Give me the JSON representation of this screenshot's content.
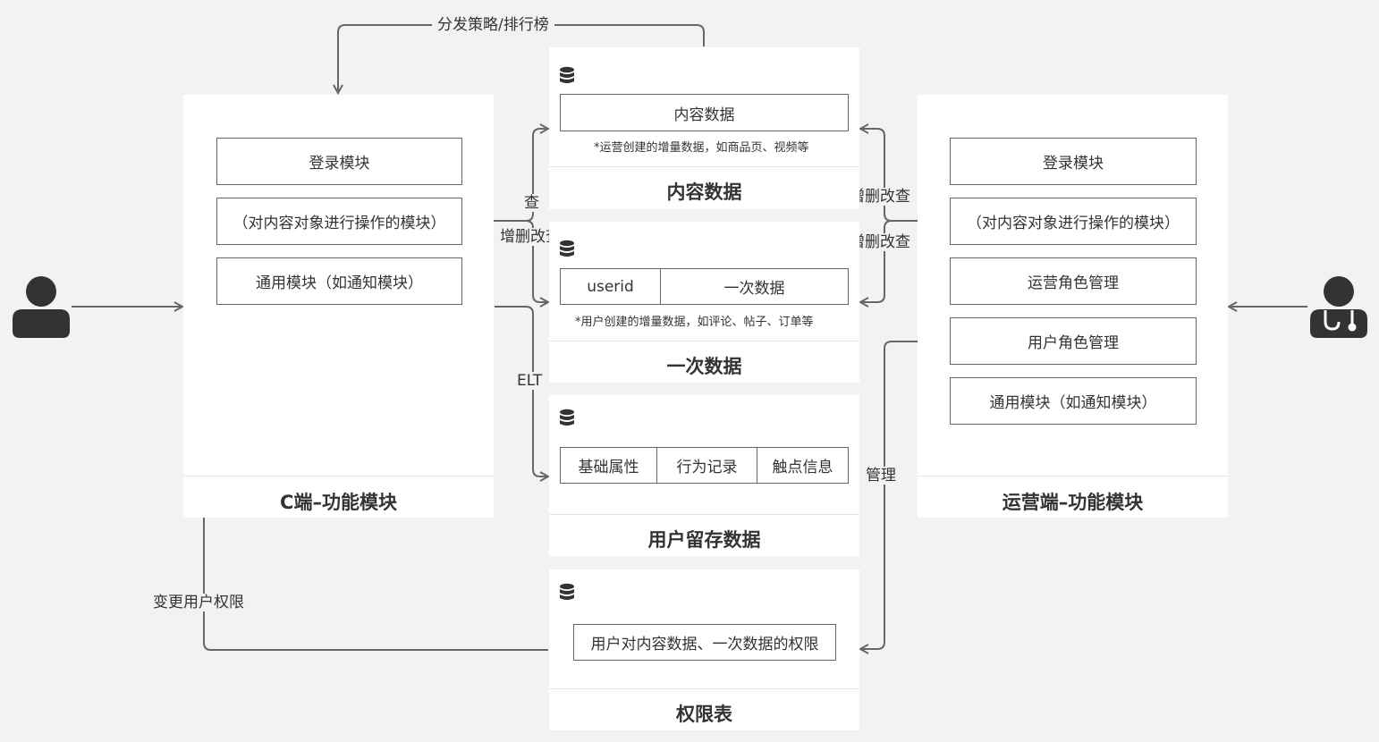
{
  "top_label": "分发策略/排行榜",
  "c_panel": {
    "title": "C端–功能模块",
    "items": [
      "登录模块",
      "（对内容对象进行操作的模块）",
      "通用模块（如通知模块）"
    ]
  },
  "ops_panel": {
    "title": "运营端–功能模块",
    "items": [
      "登录模块",
      "（对内容对象进行操作的模块）",
      "运营角色管理",
      "用户角色管理",
      "通用模块（如通知模块）"
    ]
  },
  "content_data": {
    "box": "内容数据",
    "note": "*运营创建的增量数据，如商品页、视频等",
    "title": "内容数据"
  },
  "primary_data": {
    "cells": [
      "userid",
      "一次数据"
    ],
    "note": "*用户创建的增量数据，如评论、帖子、订单等",
    "title": "一次数据"
  },
  "retention_data": {
    "cells": [
      "基础属性",
      "行为记录",
      "触点信息"
    ],
    "title": "用户留存数据"
  },
  "permission_table": {
    "box": "用户对内容数据、一次数据的权限",
    "title": "权限表"
  },
  "edge_labels": {
    "query": "查",
    "crud_left": "增删改查",
    "elt": "ELT",
    "crud_right_1": "增删改查",
    "crud_right_2": "增删改查",
    "manage": "管理",
    "change_perm": "变更用户权限"
  },
  "icons": {
    "database": "database-icon",
    "user": "user-icon",
    "operator": "doctor-icon"
  },
  "colors": {
    "line": "#666666",
    "background": "#f2f2f2",
    "panel": "#ffffff",
    "icon": "#333333"
  }
}
